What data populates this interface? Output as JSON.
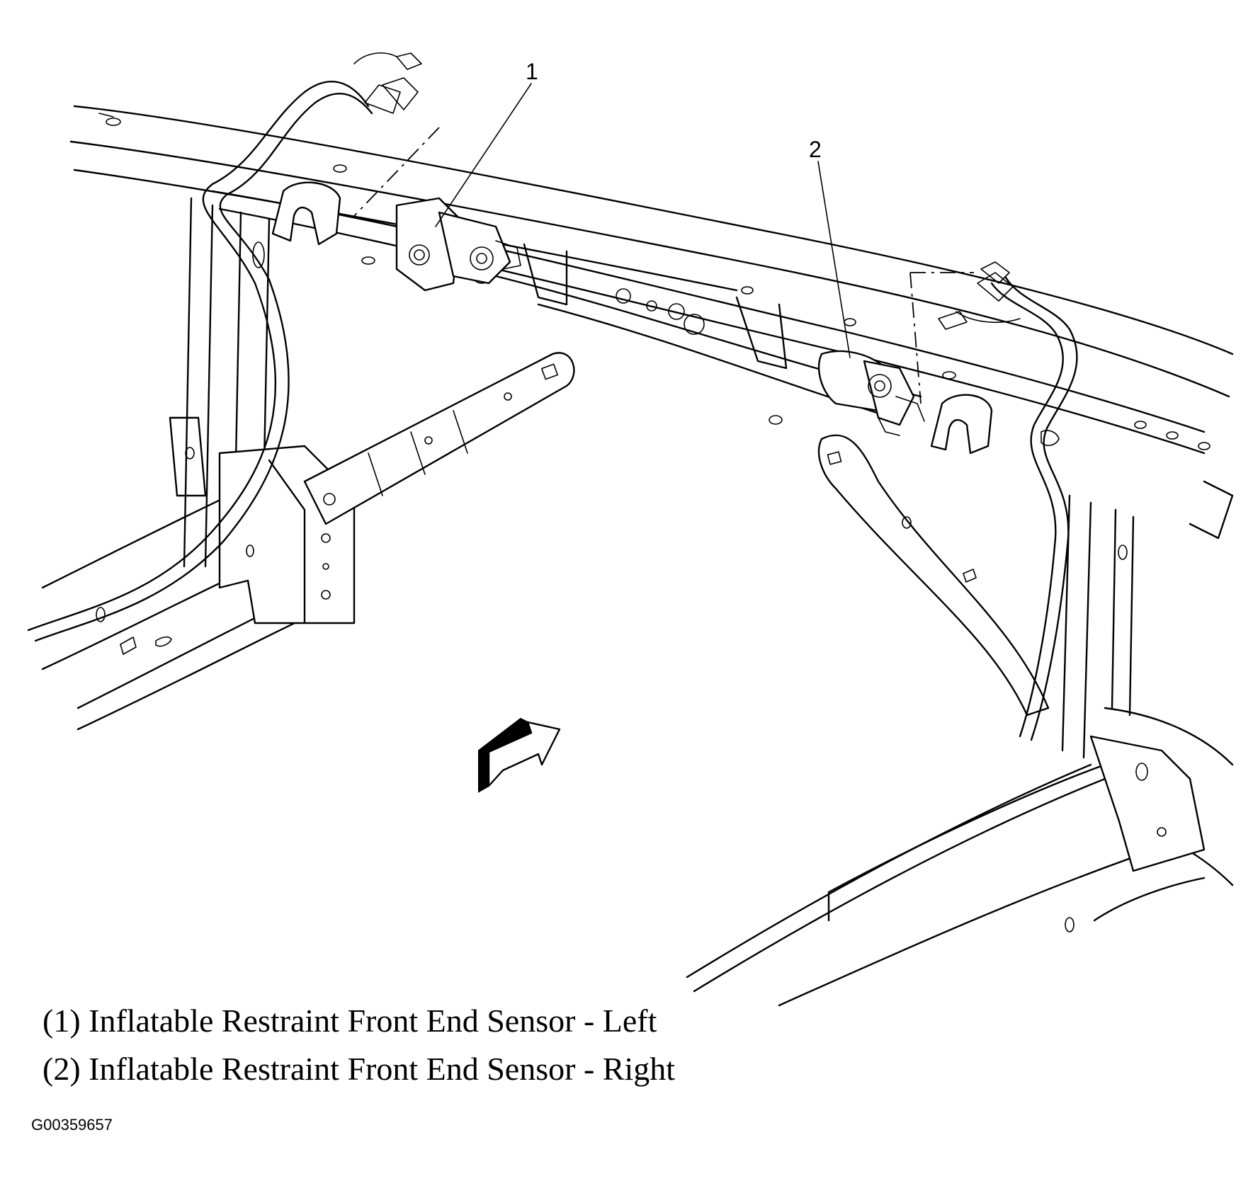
{
  "callouts": [
    {
      "number": "1",
      "label": "(1) Inflatable Restraint Front End Sensor - Left"
    },
    {
      "number": "2",
      "label": "(2) Inflatable Restraint Front End Sensor - Right"
    }
  ],
  "figure_id": "G00359657"
}
